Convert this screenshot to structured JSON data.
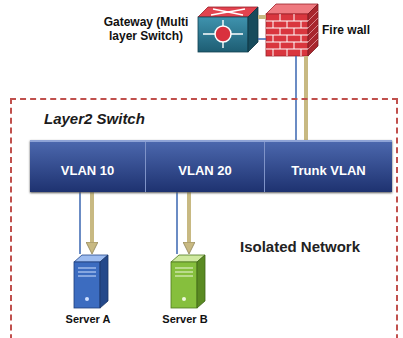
{
  "diagram": {
    "nodes": [
      {
        "text": [
          "Gateway (Multi layer Switch)"
        ]
      },
      {
        "text": [
          "Fire wall"
        ]
      },
      {
        "text": [
          "Isolated Network"
        ]
      },
      {
        "text": [
          "Layer2 Switch"
        ],
        "in": 2
      },
      {
        "text": [
          "VLAN 10"
        ],
        "in": 3
      },
      {
        "text": [
          "VLAN 20"
        ],
        "in": 3
      },
      {
        "text": [
          "Trunk VLAN"
        ],
        "in": 3
      },
      {
        "text": [
          "Server A"
        ],
        "in": 2
      },
      {
        "text": [
          "Server B"
        ],
        "in": 2
      }
    ],
    "edges": [
      {
        "from": 0,
        "to": 1,
        "arrow": "none"
      },
      {
        "from": 0,
        "to": 1,
        "arrow": "none"
      },
      {
        "from": 1,
        "to": 6,
        "arrow": "none"
      },
      {
        "from": 1,
        "to": 6,
        "arrow": "none"
      },
      {
        "from": 4,
        "to": 7,
        "arrow": "to"
      },
      {
        "from": 4,
        "to": 7,
        "arrow": "none"
      },
      {
        "from": 5,
        "to": 8,
        "arrow": "to"
      },
      {
        "from": 5,
        "to": 8,
        "arrow": "none"
      }
    ]
  }
}
